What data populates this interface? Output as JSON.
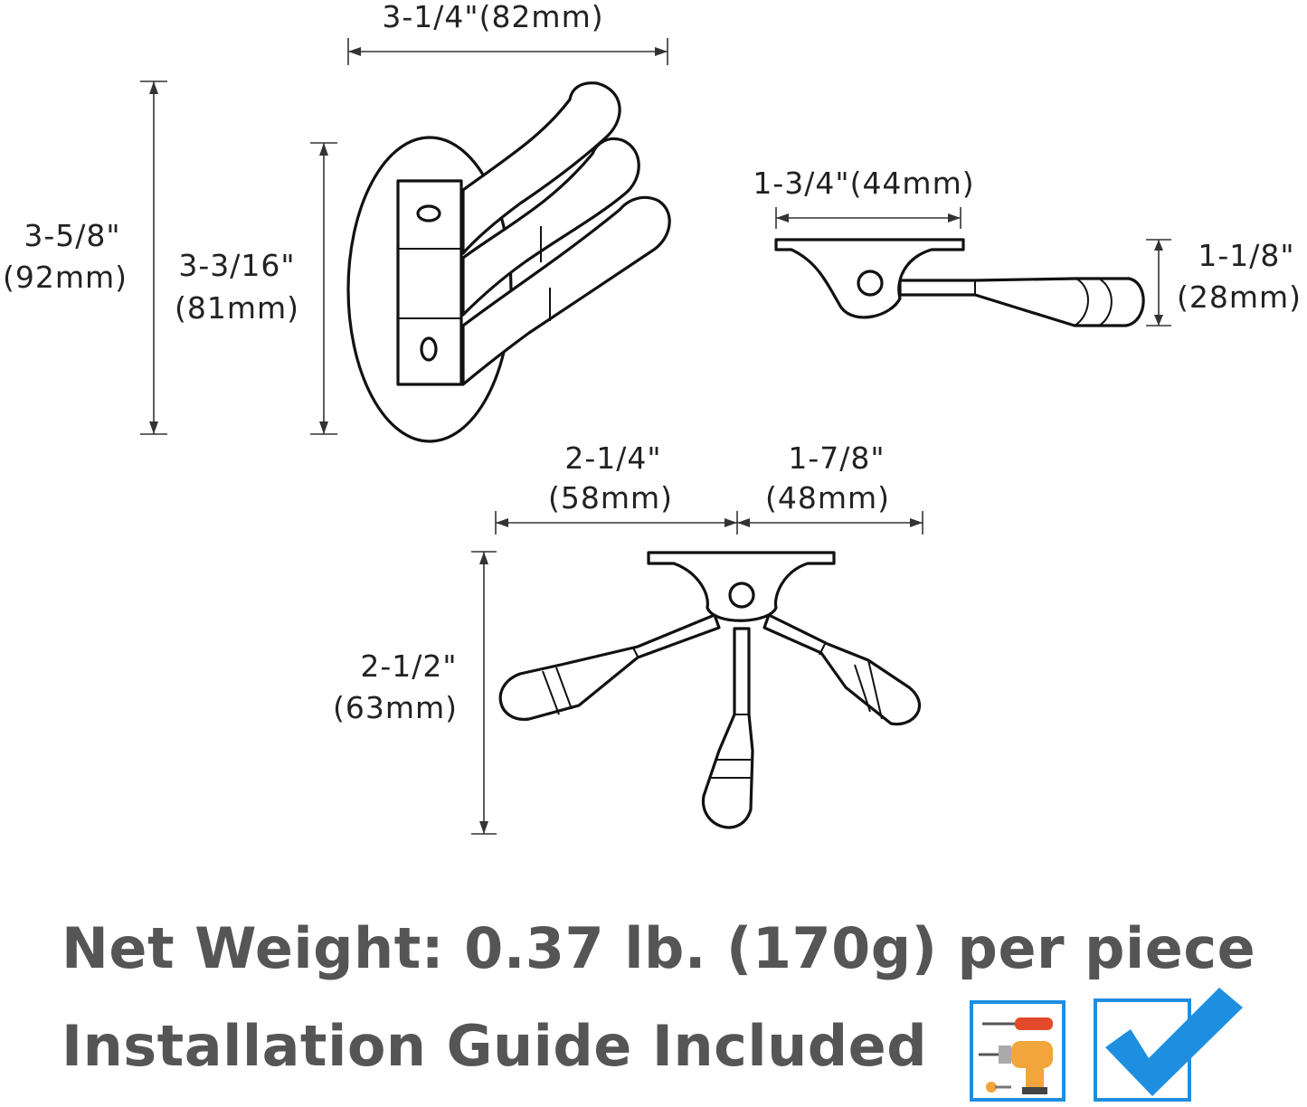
{
  "front_view": {
    "width_label": "3-1/4\"(82mm)",
    "overall_height_in": "3-5/8\"",
    "overall_height_mm": "(92mm)",
    "plate_height_in": "3-3/16\"",
    "plate_height_mm": "(81mm)"
  },
  "side_view": {
    "base_width_label": "1-3/4\"(44mm)",
    "height_in": "1-1/8\"",
    "height_mm": "(28mm)"
  },
  "top_view": {
    "left_span_in": "2-1/4\"",
    "left_span_mm": "(58mm)",
    "right_span_in": "1-7/8\"",
    "right_span_mm": "(48mm)",
    "depth_in": "2-1/2\"",
    "depth_mm": "(63mm)"
  },
  "footer": {
    "net_weight": "Net Weight: 0.37 lb. (170g) per piece",
    "installation": "Installation Guide Included"
  },
  "icons": {
    "tools": "tools-icon",
    "check": "checkmark-icon",
    "accent": "#1e8fe0",
    "drill": "#f2a53a",
    "screwdriver": "#e24a2b"
  }
}
